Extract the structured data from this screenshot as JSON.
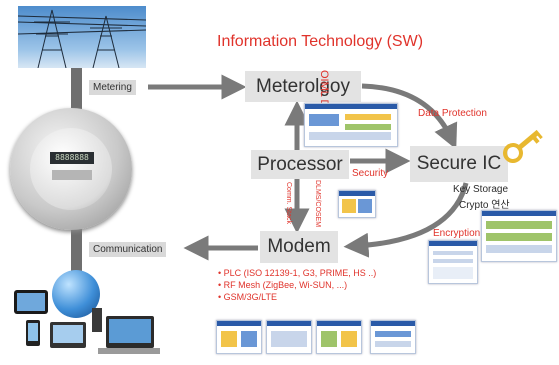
{
  "title": "Information Technology (SW)",
  "nodes": {
    "meterology": "Meterolgoy",
    "processor": "Processor",
    "secure_ic": "Secure IC",
    "modem": "Modem"
  },
  "labels": {
    "metering": "Metering",
    "communication": "Communication",
    "data_protection": "Data Protection",
    "security": "Security",
    "oiml": "OIML D-31",
    "comm_stack": "Comm. Stack",
    "dlms": "DLMS/COSEM",
    "key_storage": "Key Storage",
    "crypto": "Crypto 연산",
    "encryption": "Encryption"
  },
  "modem_bullets": [
    "• PLC (ISO 12139-1, G3, PRIME, HS ..)",
    "• RF Mesh (ZigBee, Wi-SUN, ...)",
    "• GSM/3G/LTE"
  ],
  "meter_display": "8888888",
  "colors": {
    "accent_red": "#e0332b",
    "arrow_gray": "#7a7a7a",
    "box_gray": "#e3e3e3",
    "key_gold": "#e8b830",
    "sky_blue": "#7fb2e0"
  }
}
